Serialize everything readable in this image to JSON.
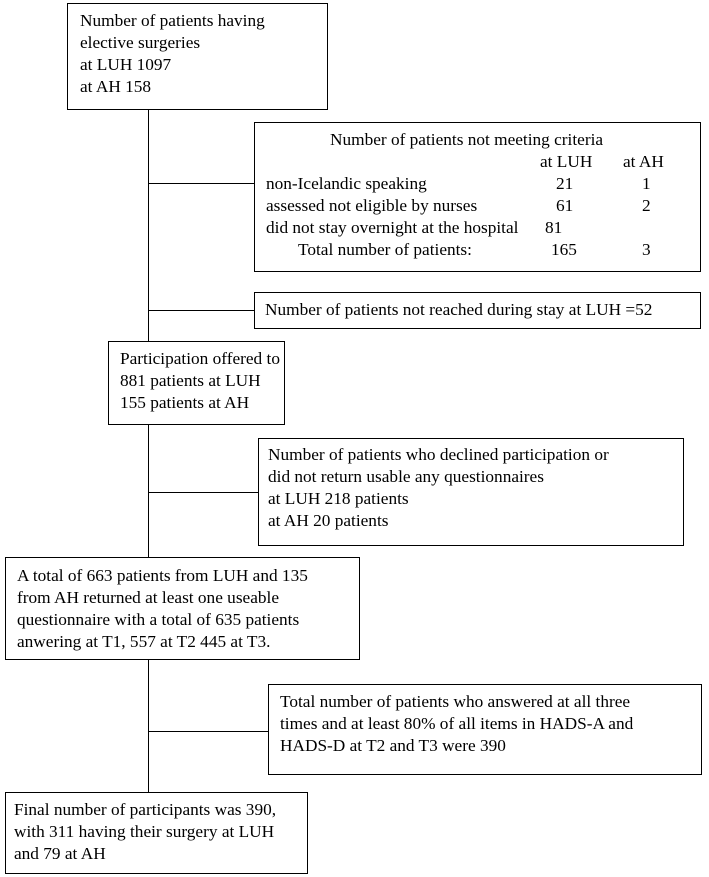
{
  "box_start": {
    "lines": [
      "Number of patients having",
      "elective surgeries",
      "at LUH 1097",
      "at AH 158"
    ]
  },
  "box_criteria": {
    "title": "Number of patients not meeting criteria",
    "col_luh": "at LUH",
    "col_ah": "at AH",
    "rows": [
      {
        "label": "non-Icelandic speaking",
        "luh": "21",
        "ah": "1"
      },
      {
        "label": "assessed not eligible by nurses",
        "luh": "61",
        "ah": "2"
      },
      {
        "label": "did not stay overnight at the hospital",
        "luh": "81",
        "ah": ""
      },
      {
        "label": "Total number of patients:",
        "luh": "165",
        "ah": "3"
      }
    ]
  },
  "box_not_reached": {
    "text": "Number of patients not reached during stay at LUH =52"
  },
  "box_offered": {
    "lines": [
      "Participation offered to",
      "881 patients at LUH",
      "155 patients at AH"
    ]
  },
  "box_declined": {
    "lines": [
      "Number of patients who declined participation or",
      "did not return usable any questionnaires",
      "at LUH 218 patients",
      "at AH 20 patients"
    ]
  },
  "box_returned": {
    "lines": [
      "A total of 663 patients from LUH and 135",
      "from AH returned at least one useable",
      "questionnaire with a total of 635 patients",
      "anwering at T1, 557 at T2 445 at T3."
    ]
  },
  "box_answered_all": {
    "lines": [
      "Total number of patients who answered at all three",
      "times and at least 80% of all items in HADS-A and",
      "HADS-D at T2 and T3 were 390"
    ]
  },
  "box_final": {
    "lines": [
      "Final number of participants was 390,",
      "with 311 having their surgery at LUH",
      "and 79 at AH"
    ]
  }
}
